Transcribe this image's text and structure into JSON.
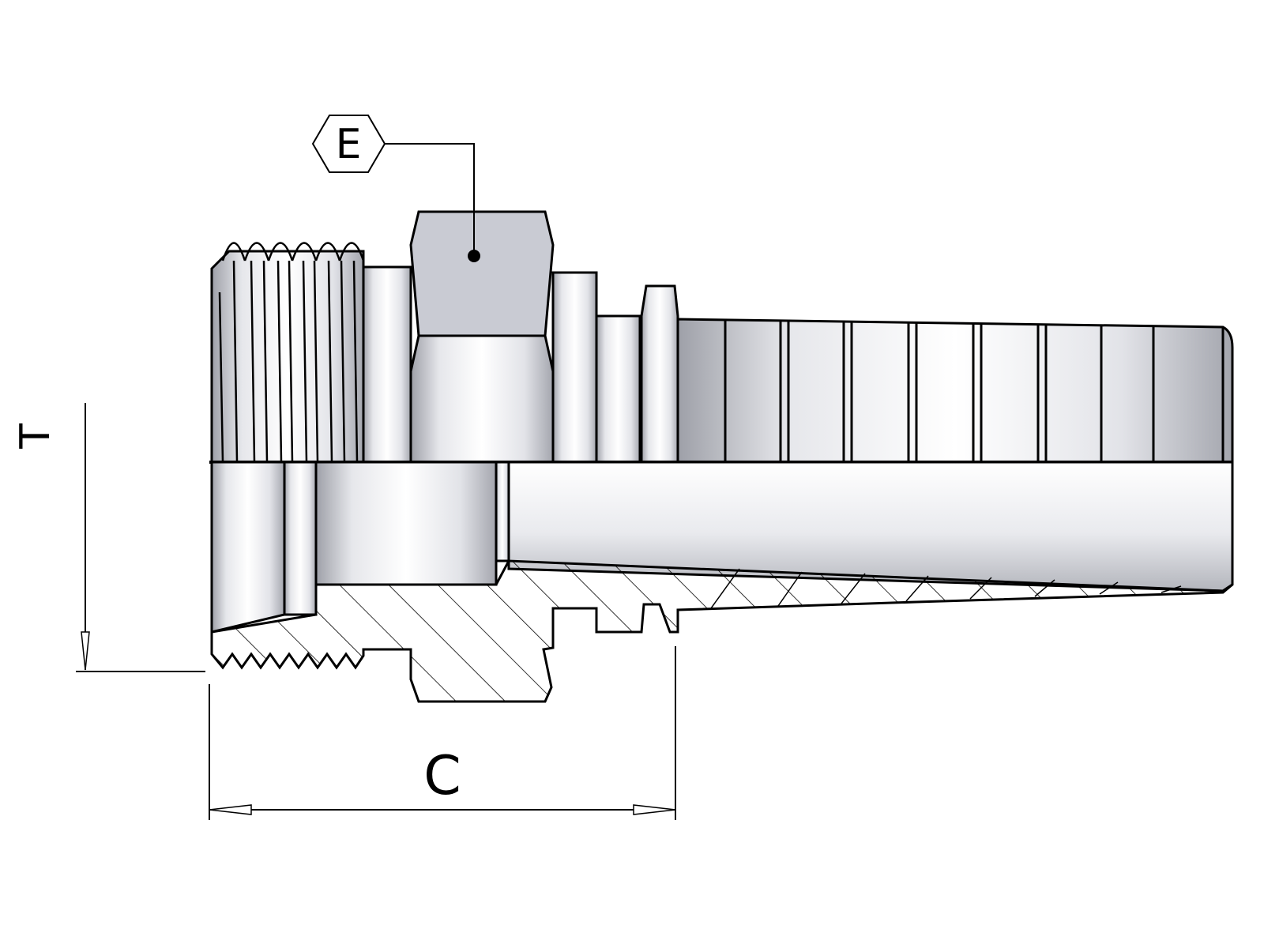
{
  "labels": {
    "hex": "E",
    "thread": "T",
    "length": "C"
  },
  "colors": {
    "outline": "#000000",
    "hex_fill": "#c9cbd3",
    "metal_light": "#f4f5f8",
    "metal_mid": "#d6d8de",
    "metal_dark": "#a9abb3",
    "hatch": "#000000",
    "background": "#ffffff"
  }
}
